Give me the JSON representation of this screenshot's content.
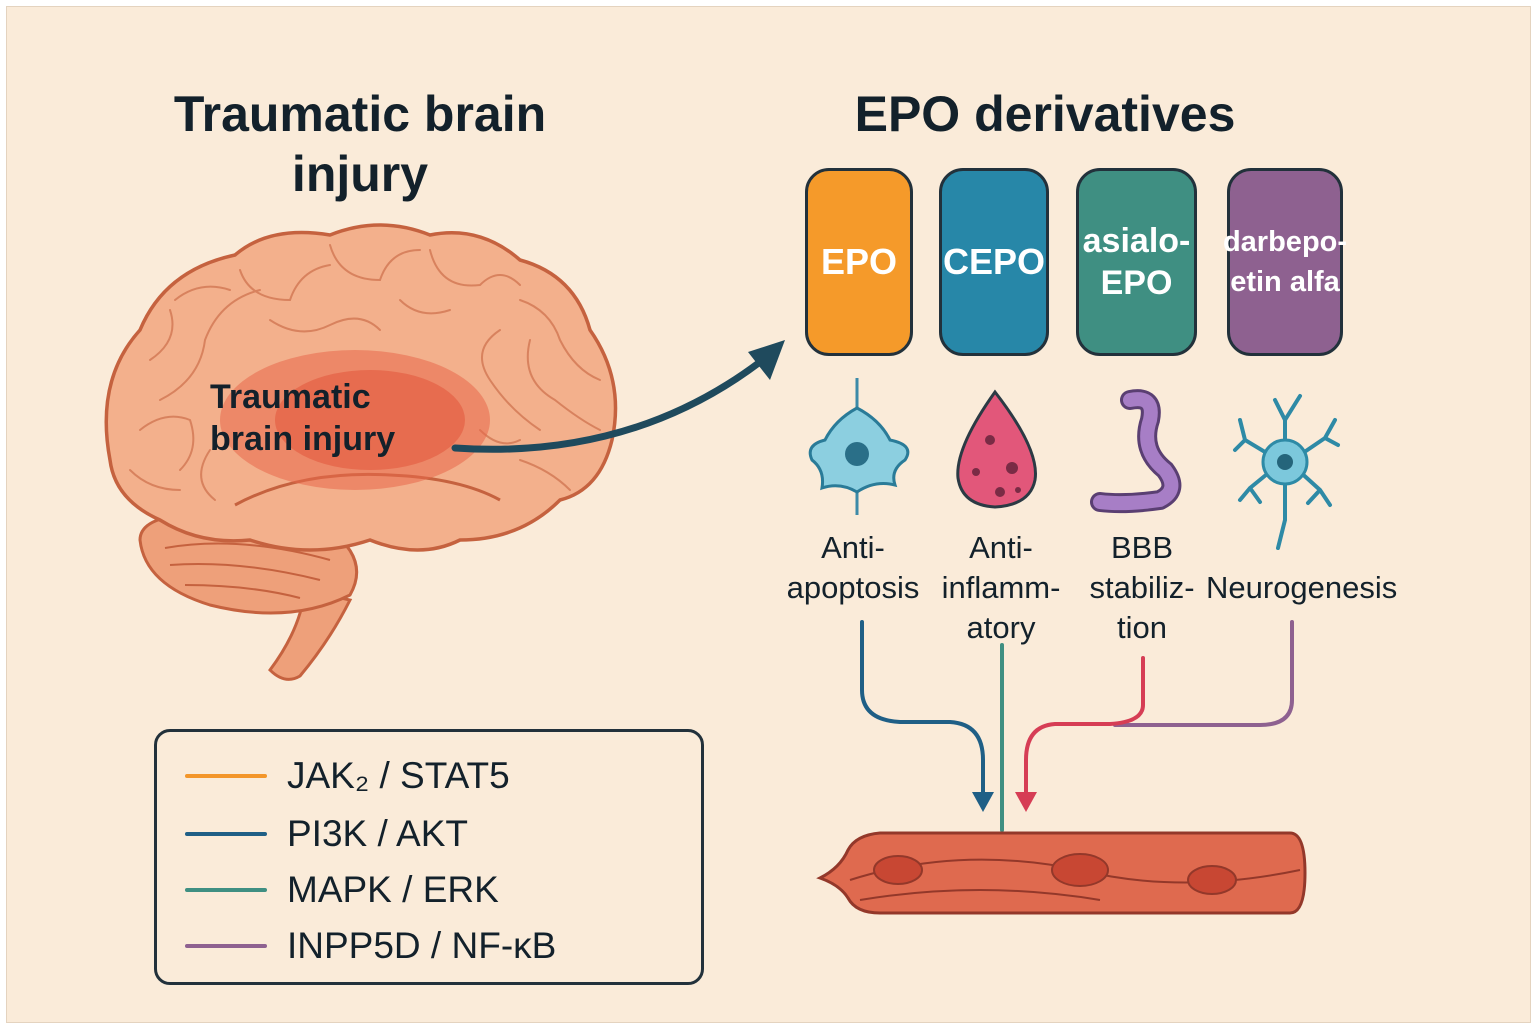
{
  "titles": {
    "left_line1": "Traumatic brain",
    "left_line2": "injury",
    "right": "EPO derivatives"
  },
  "brain_label": {
    "line1": "Traumatic",
    "line2": "brain injury"
  },
  "drugs": [
    {
      "line1": "EPO",
      "line2": "",
      "color": "#f59a2a"
    },
    {
      "line1": "CEPO",
      "line2": "",
      "color": "#2787a8"
    },
    {
      "line1": "asialo-",
      "line2": "EPO",
      "color": "#3f8f82"
    },
    {
      "line1": "darbepo-",
      "line2": "etin alfa",
      "color": "#8e6190"
    }
  ],
  "effects": [
    {
      "line1": "Anti-",
      "line2": "apoptosis",
      "line3": "",
      "icon": "neuron-cell-icon"
    },
    {
      "line1": "Anti-",
      "line2": "inflamm-",
      "line3": "atory",
      "icon": "blood-drop-icon"
    },
    {
      "line1": "BBB",
      "line2": "stabiliz-",
      "line3": "tion",
      "icon": "vessel-tube-icon"
    },
    {
      "line1": "Neurogenesis",
      "line2": "",
      "line3": "",
      "icon": "neuron-branching-icon"
    }
  ],
  "legend": [
    {
      "label": "JAK₂ / STAT5",
      "color": "#f3962a"
    },
    {
      "label": "PI3K / AKT",
      "color": "#1f5f86"
    },
    {
      "label": "MAPK / ERK",
      "color": "#3f8f82"
    },
    {
      "label": "INPP5D / NF-κB",
      "color": "#8e6190"
    }
  ]
}
